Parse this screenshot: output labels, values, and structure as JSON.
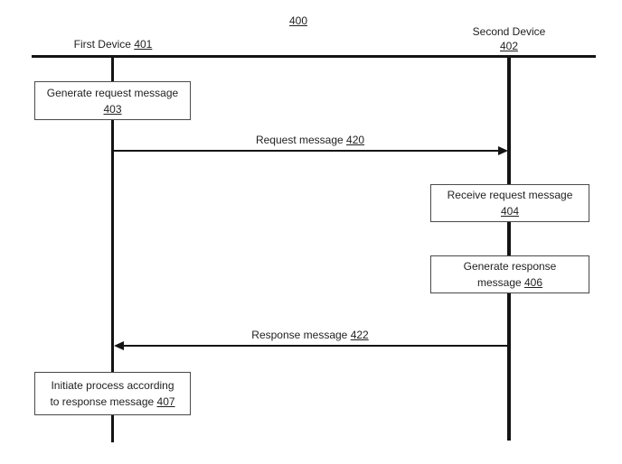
{
  "figure": {
    "ref": "400"
  },
  "lifelines": {
    "first": {
      "label": "First Device ",
      "ref": "401"
    },
    "second": {
      "label": "Second Device",
      "ref": "402"
    }
  },
  "boxes": {
    "generate_request": {
      "line1": "Generate request message",
      "line2": "",
      "ref": "403"
    },
    "receive_request": {
      "line1": "Receive request message",
      "line2": "",
      "ref": "404"
    },
    "generate_response": {
      "line1": "Generate response",
      "line2": "message ",
      "ref": "406"
    },
    "initiate_process": {
      "line1": "Initiate process according",
      "line2": "to response message ",
      "ref": "407"
    }
  },
  "messages": {
    "request": {
      "label": "Request message ",
      "ref": "420"
    },
    "response": {
      "label": "Response message ",
      "ref": "422"
    }
  }
}
